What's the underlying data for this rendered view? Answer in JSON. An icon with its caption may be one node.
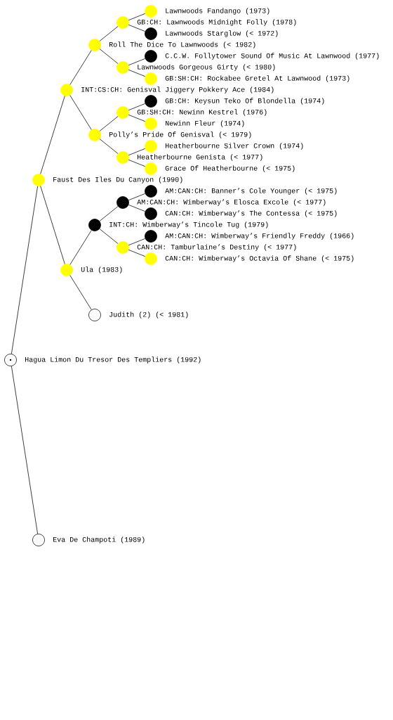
{
  "diagram": {
    "nodes": [
      {
        "text": [
          "Lawnwoods Fandango (1973)"
        ]
      },
      {
        "text": [
          "GB:CH: Lawnwoods Midnight Folly (1978)"
        ]
      },
      {
        "text": [
          "Lawnwoods Starglow (< 1972)"
        ]
      },
      {
        "text": [
          "Roll The Dice To Lawnwoods (< 1982)"
        ]
      },
      {
        "text": [
          "C.C.W. Follytower Sound Of Music At Lawnwood (1977)"
        ]
      },
      {
        "text": [
          "Lawnwoods Gorgeous Girty (< 1980)"
        ]
      },
      {
        "text": [
          "GB:SH:CH: Rockabee Gretel At Lawnwood (1973)"
        ]
      },
      {
        "text": [
          "INT:CS:CH: Genisval Jiggery Pokkery Ace (1984)"
        ]
      },
      {
        "text": [
          "GB:CH: Keysun Teko Of Blondella (1974)"
        ]
      },
      {
        "text": [
          "GB:SH:CH: Newinn Kestrel (1976)"
        ]
      },
      {
        "text": [
          "Newinn Fleur (1974)"
        ]
      },
      {
        "text": [
          "Polly’s Pride Of Genisval (< 1979)"
        ]
      },
      {
        "text": [
          "Heatherbourne Silver Crown (1974)"
        ]
      },
      {
        "text": [
          "Heatherbourne Genista (< 1977)"
        ]
      },
      {
        "text": [
          "Grace Of Heatherbourne (< 1975)"
        ]
      },
      {
        "text": [
          "Faust Des Iles Du Canyon (1990)"
        ]
      },
      {
        "text": [
          "AM:CAN:CH: Banner’s Cole Younger (< 1975)"
        ]
      },
      {
        "text": [
          "AM:CAN:CH: Wimberway’s Elosca Excole (< 1977)"
        ]
      },
      {
        "text": [
          "CAN:CH: Wimberway’s The Contessa (< 1975)"
        ]
      },
      {
        "text": [
          "INT:CH: Wimberway’s Tincole Tug (1979)"
        ]
      },
      {
        "text": [
          "AM:CAN:CH: Wimberway’s Friendly Freddy (1966)"
        ]
      },
      {
        "text": [
          "CAN:CH: Tamburlaine’s Destiny (< 1977)"
        ]
      },
      {
        "text": [
          "CAN:CH: Wimberway’s Octavia Of Shane (< 1975)"
        ]
      },
      {
        "text": [
          "Ula (1983)"
        ]
      },
      {
        "text": [
          "Judith (2) (< 1981)"
        ]
      },
      {
        "text": [
          "Hagua Limon Du Tresor Des Templiers (1992)"
        ]
      },
      {
        "text": [
          "Eva De Champoti (1989)"
        ]
      }
    ],
    "edges": [
      {
        "from": 25,
        "to": 15,
        "arrow": "none"
      },
      {
        "from": 25,
        "to": 26,
        "arrow": "none"
      },
      {
        "from": 15,
        "to": 7,
        "arrow": "none"
      },
      {
        "from": 15,
        "to": 23,
        "arrow": "none"
      },
      {
        "from": 7,
        "to": 3,
        "arrow": "none"
      },
      {
        "from": 7,
        "to": 11,
        "arrow": "none"
      },
      {
        "from": 3,
        "to": 1,
        "arrow": "none"
      },
      {
        "from": 3,
        "to": 5,
        "arrow": "none"
      },
      {
        "from": 1,
        "to": 0,
        "arrow": "none"
      },
      {
        "from": 1,
        "to": 2,
        "arrow": "none"
      },
      {
        "from": 5,
        "to": 4,
        "arrow": "none"
      },
      {
        "from": 5,
        "to": 6,
        "arrow": "none"
      },
      {
        "from": 11,
        "to": 9,
        "arrow": "none"
      },
      {
        "from": 11,
        "to": 13,
        "arrow": "none"
      },
      {
        "from": 9,
        "to": 8,
        "arrow": "none"
      },
      {
        "from": 9,
        "to": 10,
        "arrow": "none"
      },
      {
        "from": 13,
        "to": 12,
        "arrow": "none"
      },
      {
        "from": 13,
        "to": 14,
        "arrow": "none"
      },
      {
        "from": 23,
        "to": 19,
        "arrow": "none"
      },
      {
        "from": 23,
        "to": 24,
        "arrow": "none"
      },
      {
        "from": 19,
        "to": 17,
        "arrow": "none"
      },
      {
        "from": 19,
        "to": 21,
        "arrow": "none"
      },
      {
        "from": 17,
        "to": 16,
        "arrow": "none"
      },
      {
        "from": 17,
        "to": 18,
        "arrow": "none"
      },
      {
        "from": 21,
        "to": 20,
        "arrow": "none"
      },
      {
        "from": 21,
        "to": 22,
        "arrow": "none"
      }
    ]
  }
}
